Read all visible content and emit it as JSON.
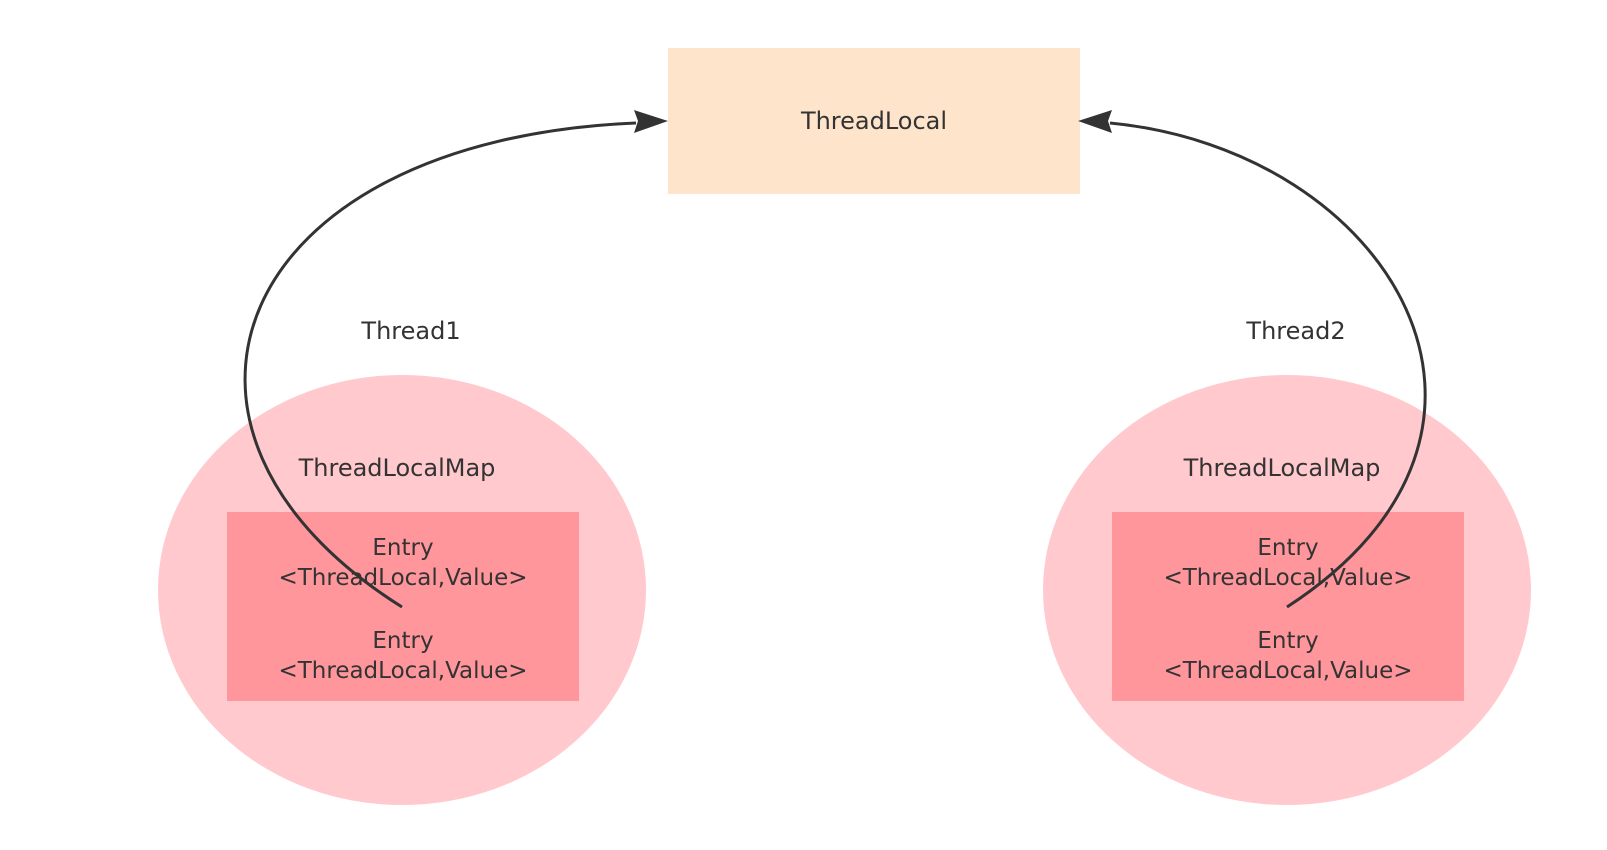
{
  "colors": {
    "threadlocal_fill": "#FFE4CC",
    "ellipse_fill": "#FFC9CE",
    "entry_box_fill": "#FF969C",
    "arrow": "#333333",
    "text": "#333333"
  },
  "threadlocal": {
    "label": "ThreadLocal"
  },
  "threads": [
    {
      "label": "Thread1",
      "map": {
        "label": "ThreadLocalMap",
        "entries": [
          {
            "title": "Entry",
            "value": "<ThreadLocal,Value>"
          },
          {
            "title": "Entry",
            "value": "<ThreadLocal,Value>"
          }
        ]
      }
    },
    {
      "label": "Thread2",
      "map": {
        "label": "ThreadLocalMap",
        "entries": [
          {
            "title": "Entry",
            "value": "<ThreadLocal,Value>"
          },
          {
            "title": "Entry",
            "value": "<ThreadLocal,Value>"
          }
        ]
      }
    }
  ]
}
